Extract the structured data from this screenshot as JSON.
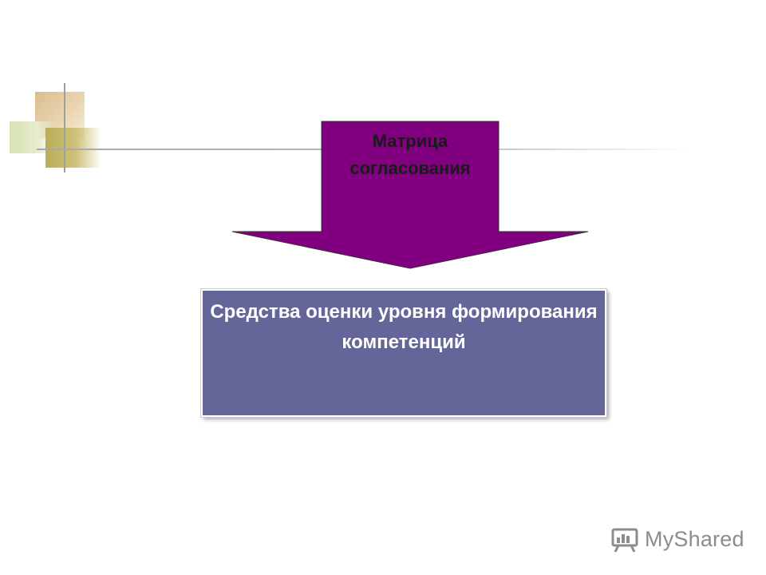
{
  "diagram": {
    "arrow_label": "Матрица согласования",
    "box_text": "Средства оценки уровня формирования компетенций"
  },
  "watermark": {
    "text": "MyShared"
  },
  "colors": {
    "arrow": "#800080",
    "box": "#64669a",
    "box_text": "#ffffff",
    "arrow_text": "#1a1a1a"
  }
}
